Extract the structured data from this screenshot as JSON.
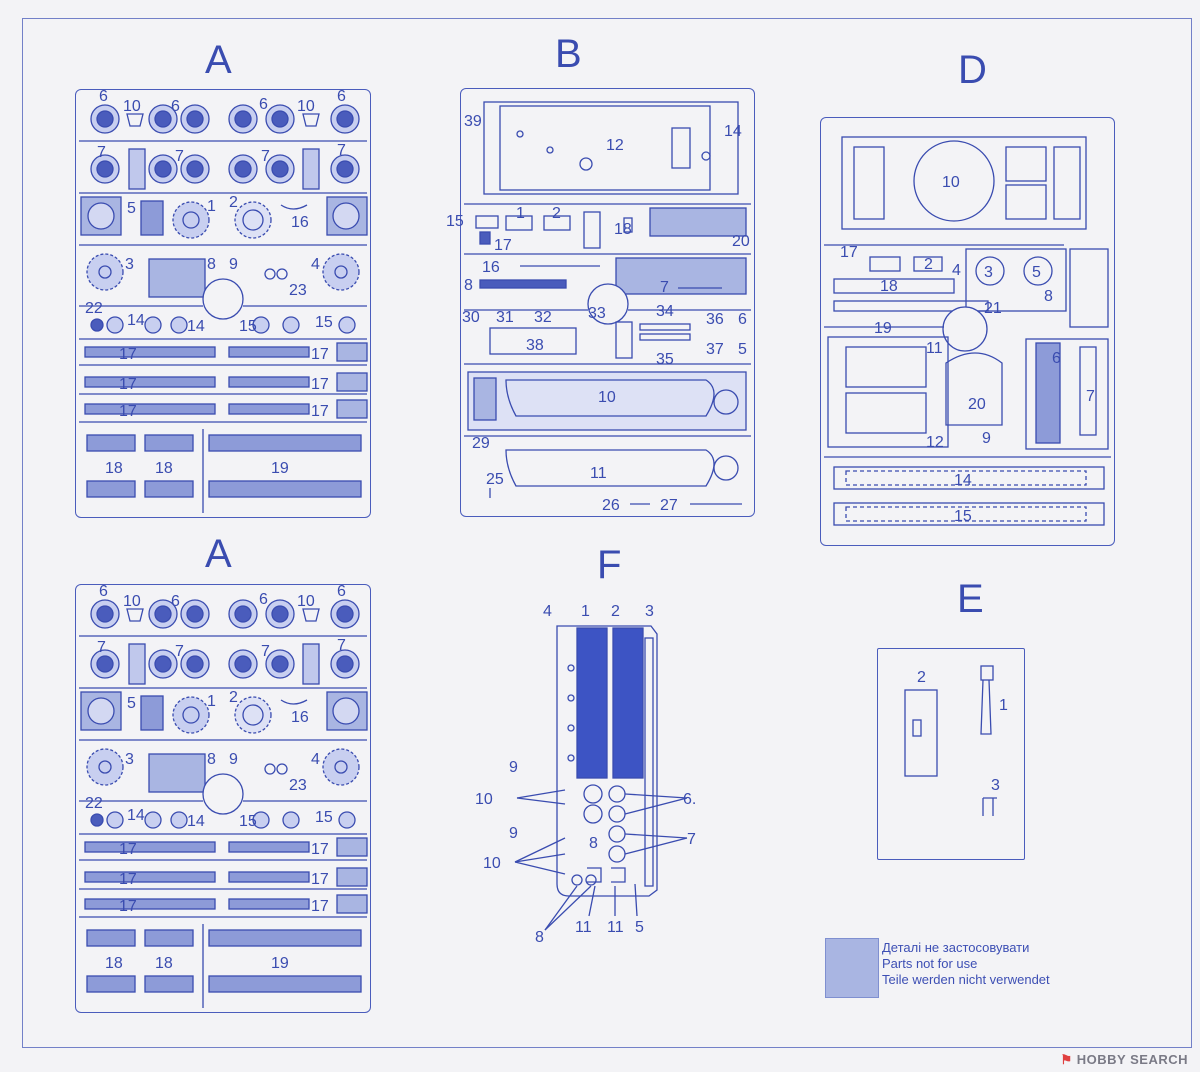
{
  "sprues": {
    "a_top": {
      "letter": "A"
    },
    "b": {
      "letter": "B"
    },
    "d": {
      "letter": "D"
    },
    "a_bottom": {
      "letter": "A"
    },
    "f": {
      "letter": "F"
    },
    "e": {
      "letter": "E"
    }
  },
  "sprue_a_labels": {
    "r1": [
      "6",
      "10",
      "6",
      "6",
      "10",
      "6"
    ],
    "r2": [
      "7",
      "7",
      "7",
      "7"
    ],
    "r3": [
      "5",
      "1",
      "2",
      "16"
    ],
    "r4": [
      "3",
      "8",
      "9",
      "4",
      "23"
    ],
    "r5": [
      "22",
      "14",
      "14",
      "15",
      "15"
    ],
    "tracks": [
      "17",
      "17",
      "17",
      "17",
      "17",
      "17"
    ],
    "links": [
      "18",
      "18",
      "19"
    ]
  },
  "sprue_b_labels": {
    "top": [
      "39",
      "12",
      "14"
    ],
    "row2": [
      "15",
      "1",
      "2",
      "17",
      "18",
      "20"
    ],
    "row3": [
      "16",
      "8",
      "7"
    ],
    "row4": [
      "30",
      "31",
      "32",
      "33",
      "34",
      "36",
      "6",
      "38",
      "35",
      "37",
      "5"
    ],
    "hulls": [
      "10",
      "29",
      "25",
      "11",
      "26",
      "27"
    ]
  },
  "sprue_d_labels": {
    "top": [
      "10"
    ],
    "mid": [
      "17",
      "2",
      "4",
      "3",
      "5",
      "18",
      "21",
      "8",
      "19"
    ],
    "low": [
      "11",
      "12",
      "20",
      "9",
      "6",
      "7"
    ],
    "tracks": [
      "14",
      "15"
    ]
  },
  "sprue_f_labels": {
    "top": [
      "4",
      "1",
      "2",
      "3"
    ],
    "left": [
      "9",
      "10",
      "9",
      "10",
      "8"
    ],
    "right": [
      "6.",
      "7",
      "8"
    ],
    "bottom": [
      "11",
      "11",
      "5"
    ]
  },
  "sprue_e_labels": [
    "2",
    "1",
    "3"
  ],
  "legend": {
    "line1": "Деталі не застосовувати",
    "line2": "Parts not for use",
    "line3": "Teile werden nicht verwendet"
  },
  "watermark": {
    "logo": "⚑",
    "text": "HOBBY SEARCH"
  },
  "colors": {
    "ink": "#3a4cb0",
    "fill": "#a9b5e2",
    "paper": "#f3f3f6"
  }
}
